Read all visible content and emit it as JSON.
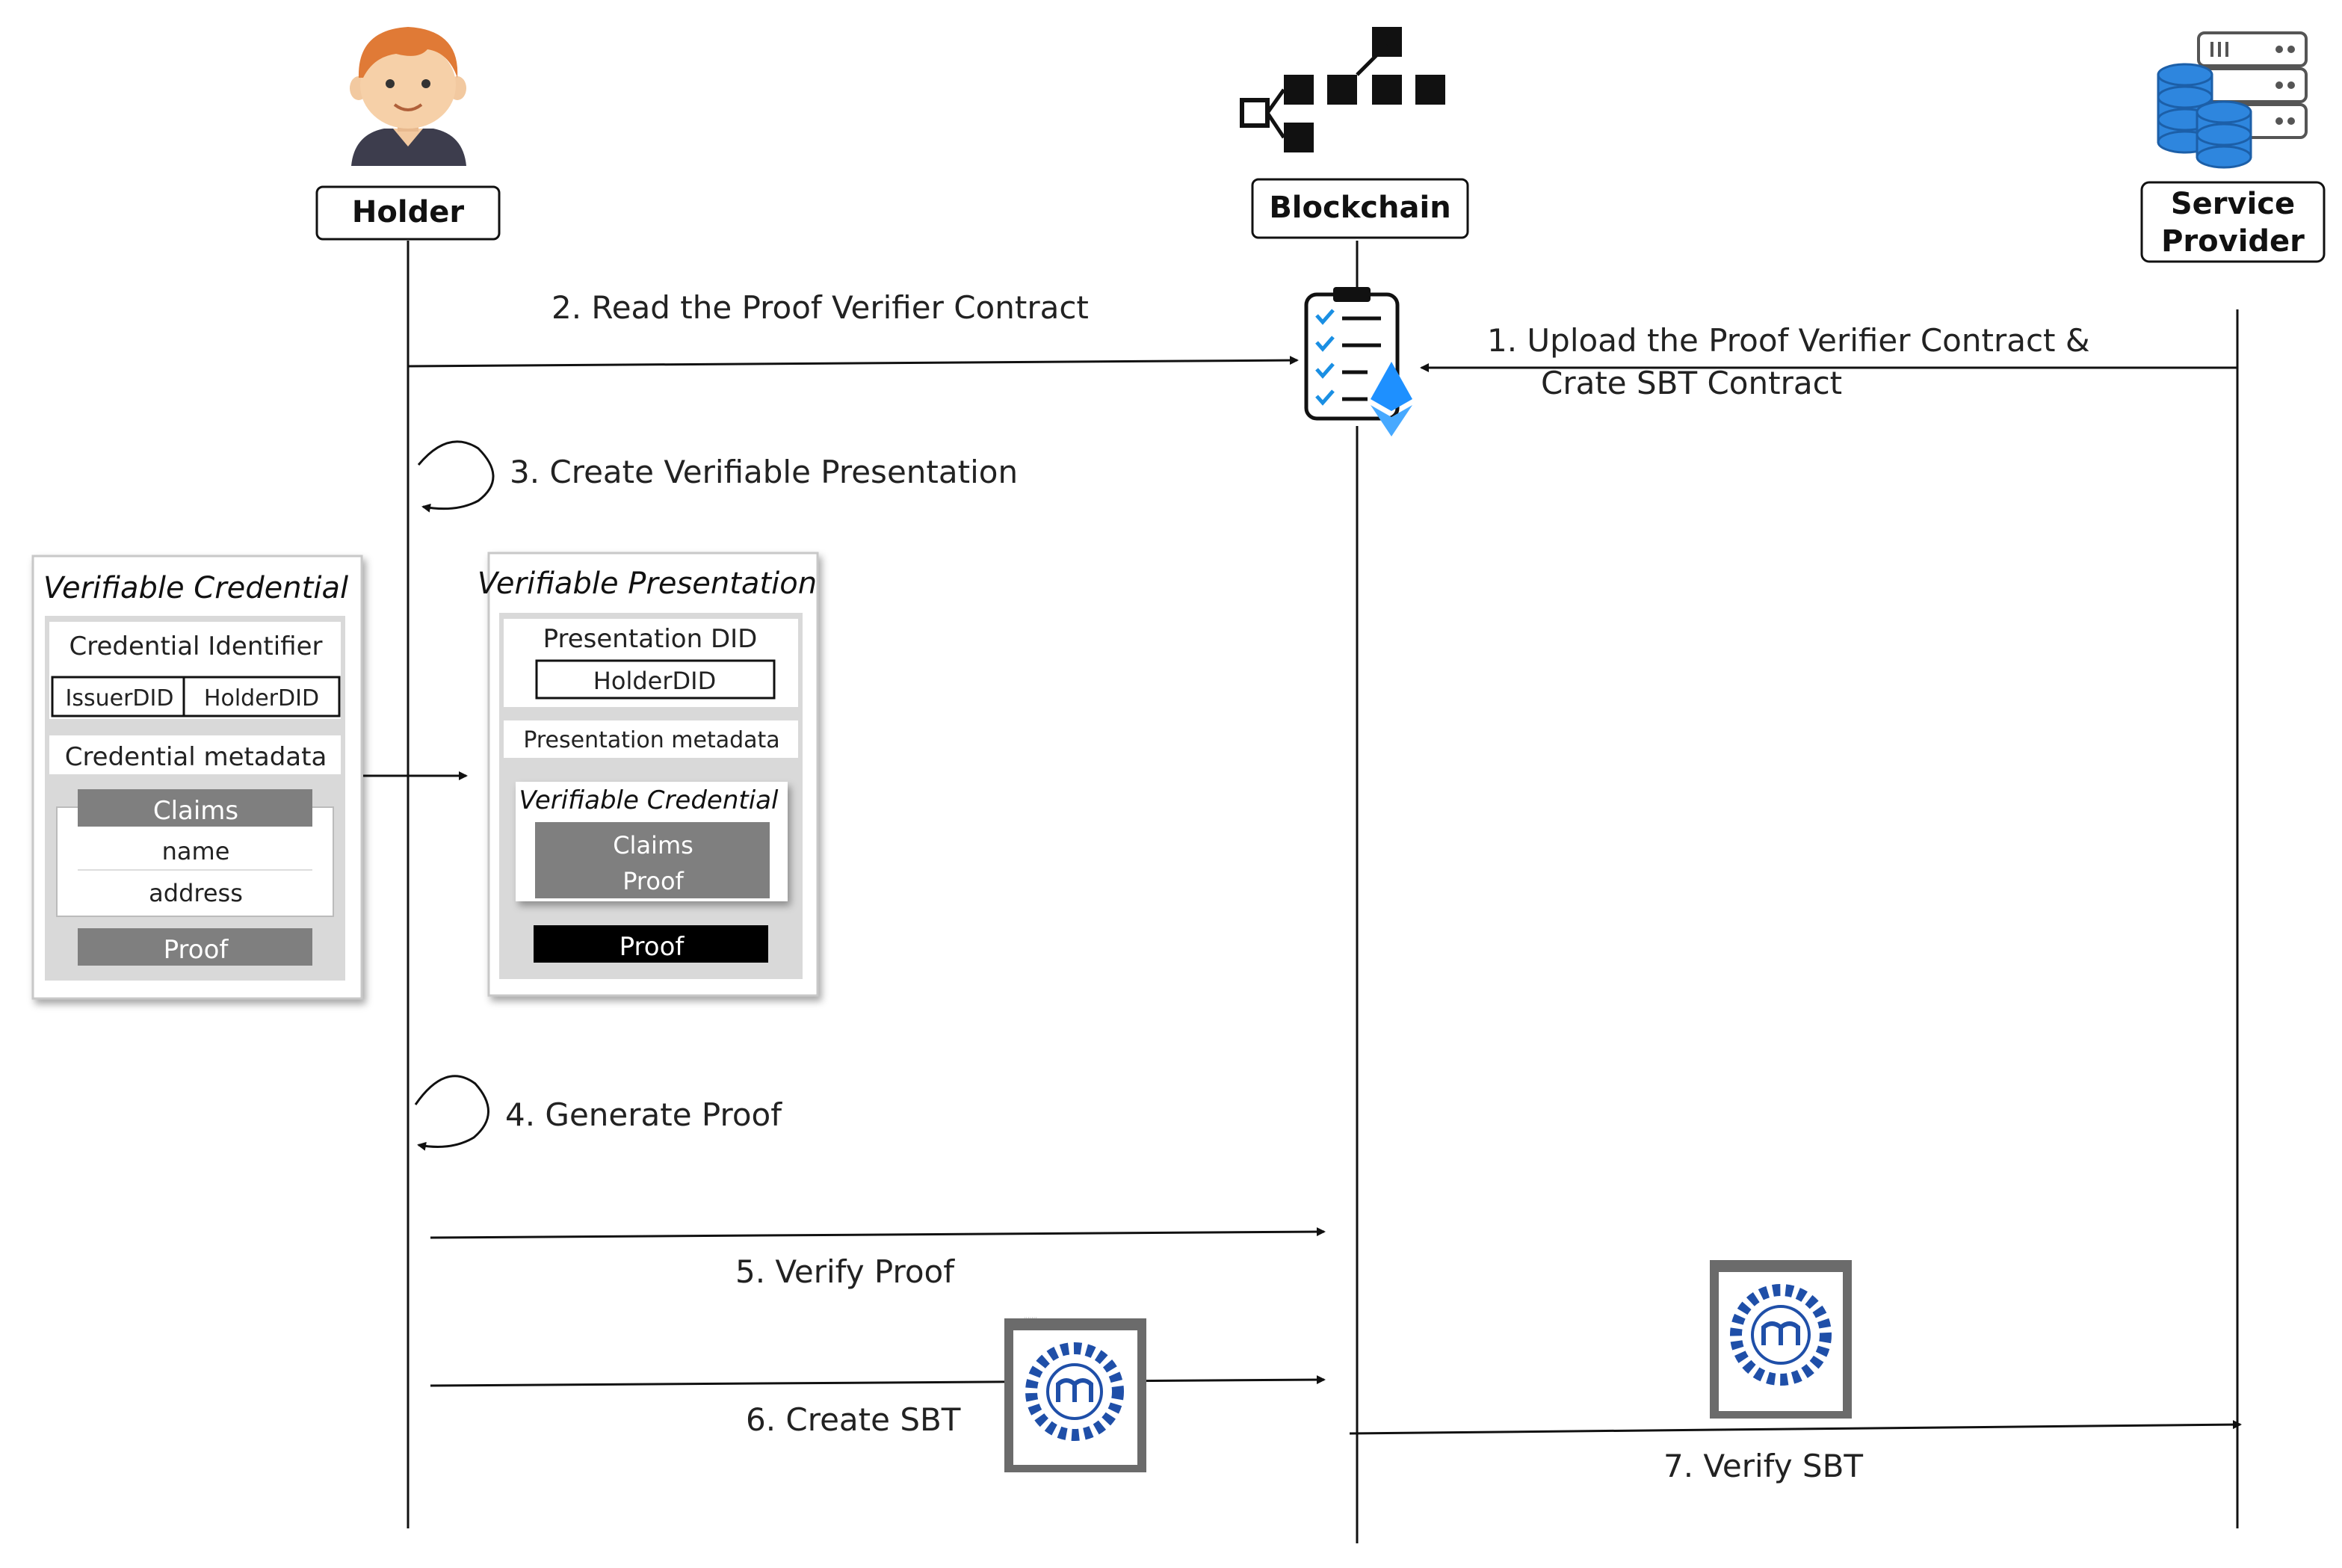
{
  "actors": {
    "holder": "Holder",
    "blockchain": "Blockchain",
    "service_provider_line1": "Service",
    "service_provider_line2": "Provider"
  },
  "steps": {
    "s1_line1": "1.  Upload the Proof Verifier Contract &",
    "s1_line2": "Crate SBT Contract",
    "s2": "2. Read the Proof Verifier Contract",
    "s3": "3. Create Verifiable Presentation",
    "s4": "4. Generate Proof",
    "s5": "5. Verify Proof",
    "s6": "6. Create SBT",
    "s7": "7. Verify SBT"
  },
  "vc": {
    "title": "Verifiable Credential",
    "identifier": "Credential Identifier",
    "issuer_did": "IssuerDID",
    "holder_did": "HolderDID",
    "metadata": "Credential metadata",
    "claims": "Claims",
    "claim_name": "name",
    "claim_address": "address",
    "proof": "Proof"
  },
  "vp": {
    "title": "Verifiable Presentation",
    "presentation_did": "Presentation DID",
    "holder_did": "HolderDID",
    "metadata": "Presentation metadata",
    "inner_vc_title": "Verifiable Credential",
    "inner_claims": "Claims",
    "inner_proof": "Proof",
    "proof": "Proof"
  },
  "colors": {
    "line": "#111111",
    "box_grey": "#7f7f7f",
    "panel_grey": "#d9d9d9",
    "eth_blue": "#1e90ff",
    "check_blue": "#1a8fe3",
    "sbt_blue": "#1f4fa8",
    "server_blue": "#2e86de"
  }
}
